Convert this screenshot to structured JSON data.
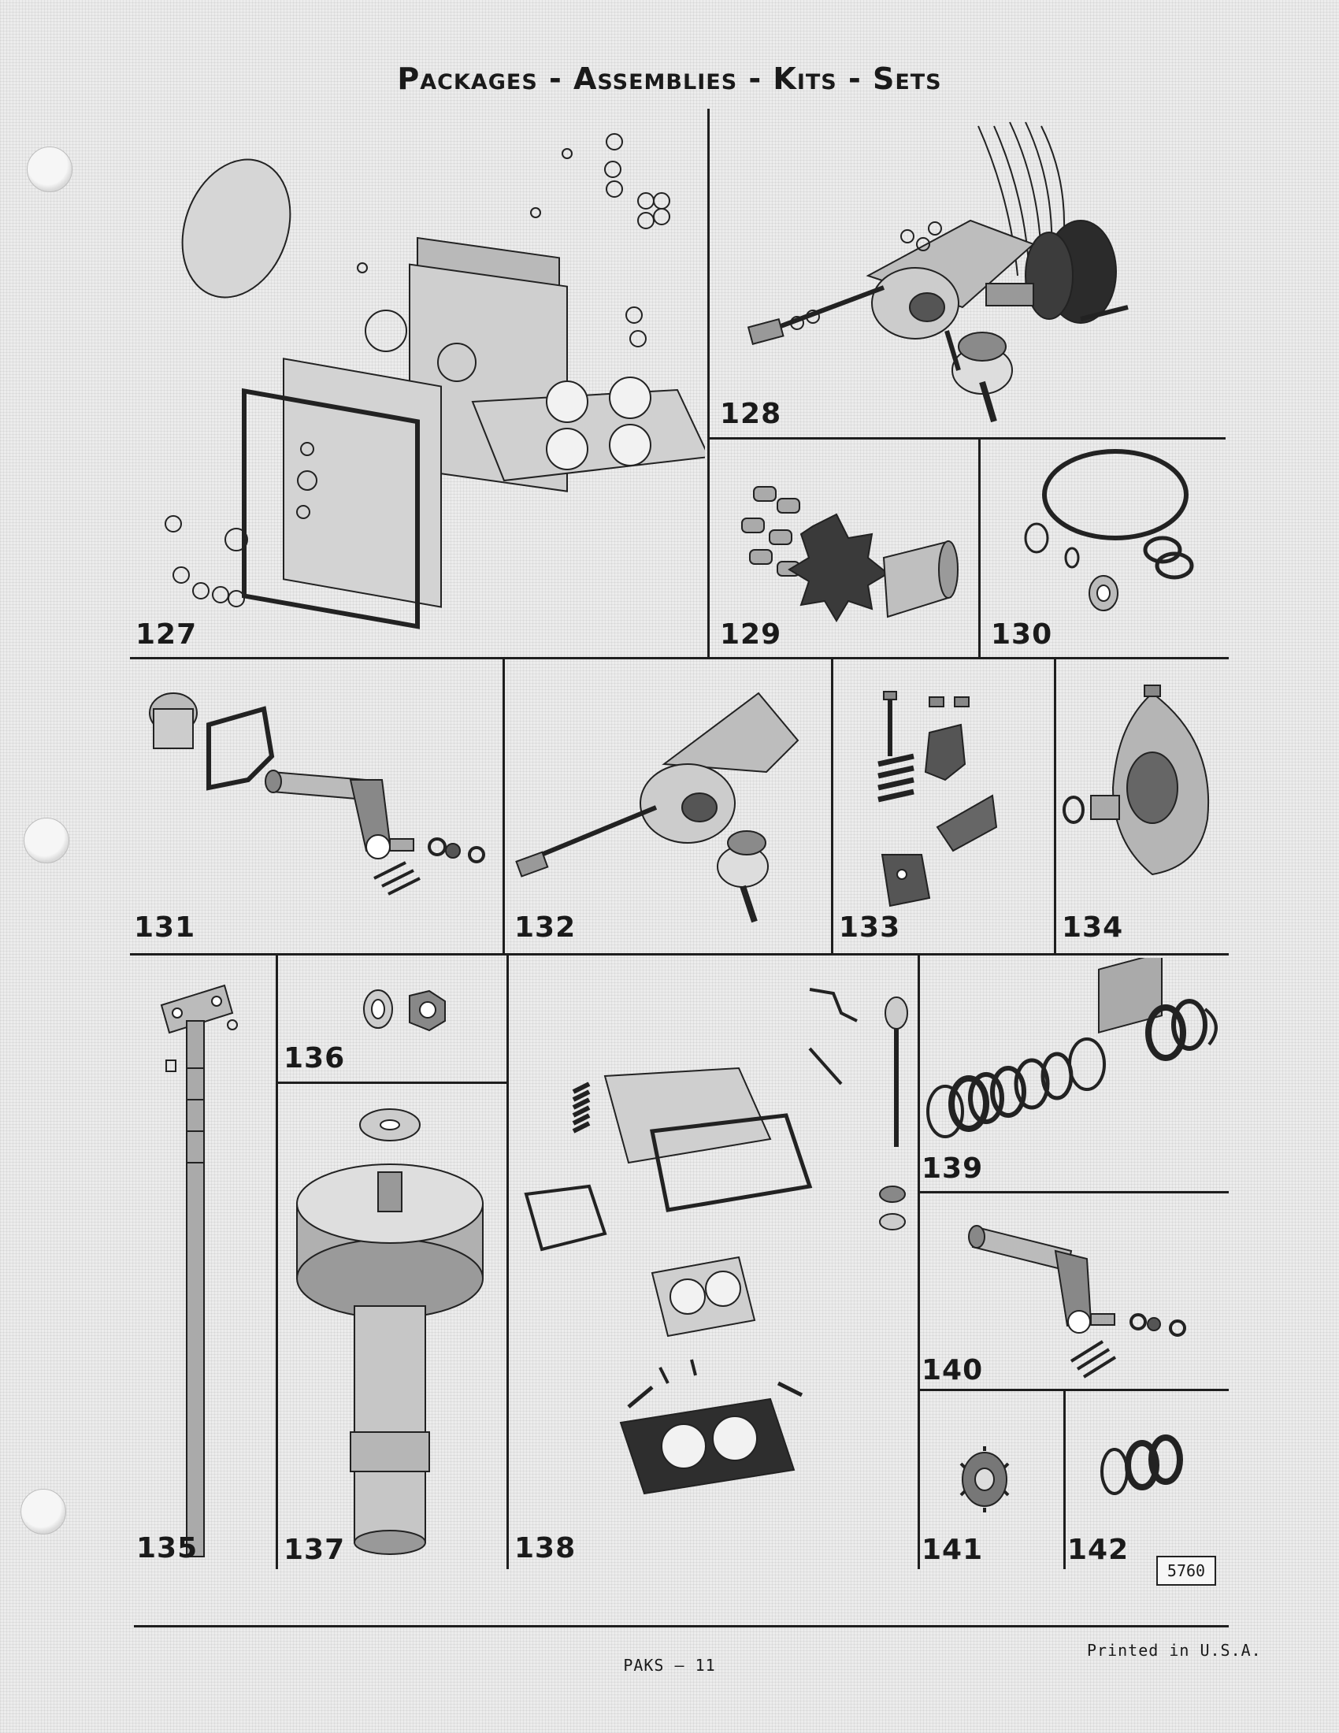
{
  "page": {
    "title": "Packages - Assemblies - Kits - Sets",
    "footer": "PAKS – 11",
    "printed": "Printed in U.S.A.",
    "stamp": "5760"
  },
  "cells": [
    {
      "id": "127",
      "label": "127",
      "icon": "carburetor-gasket-kit-icon"
    },
    {
      "id": "128",
      "label": "128",
      "icon": "pump-motor-assembly-icon"
    },
    {
      "id": "129",
      "label": "129",
      "icon": "coupler-kit-icon"
    },
    {
      "id": "130",
      "label": "130",
      "icon": "o-ring-seal-set-icon"
    },
    {
      "id": "131",
      "label": "131",
      "icon": "shift-lever-kit-icon"
    },
    {
      "id": "132",
      "label": "132",
      "icon": "pump-housing-assembly-icon"
    },
    {
      "id": "133",
      "label": "133",
      "icon": "bracket-spring-kit-icon"
    },
    {
      "id": "134",
      "label": "134",
      "icon": "cover-plate-assembly-icon"
    },
    {
      "id": "135",
      "label": "135",
      "icon": "drive-shaft-icon"
    },
    {
      "id": "136",
      "label": "136",
      "icon": "nut-washer-set-icon"
    },
    {
      "id": "137",
      "label": "137",
      "icon": "distributor-housing-icon"
    },
    {
      "id": "138",
      "label": "138",
      "icon": "carburetor-repair-kit-icon"
    },
    {
      "id": "139",
      "label": "139",
      "icon": "bearing-seal-kit-icon"
    },
    {
      "id": "140",
      "label": "140",
      "icon": "lever-shaft-kit-icon"
    },
    {
      "id": "141",
      "label": "141",
      "icon": "gear-icon"
    },
    {
      "id": "142",
      "label": "142",
      "icon": "seal-ring-set-icon"
    }
  ]
}
